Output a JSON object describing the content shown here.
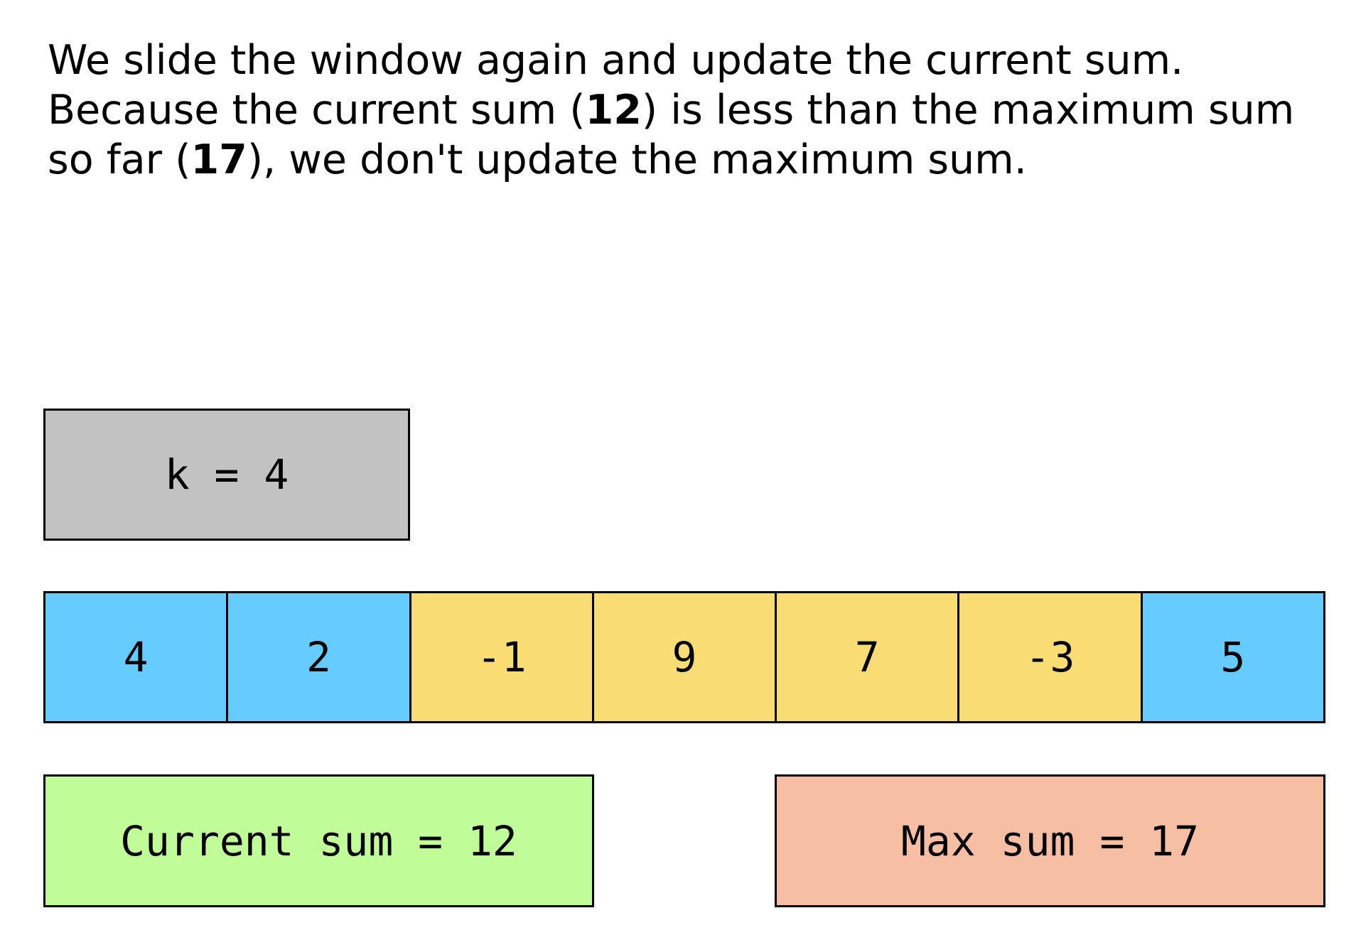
{
  "explanation": {
    "part1": "We slide the window again and update the current sum. Because the current sum (",
    "current_value": "12",
    "part2": ") is less than the maximum sum so far (",
    "max_value": "17",
    "part3": "), we don't update the maximum sum."
  },
  "k_box": {
    "label": "k = 4",
    "color": "#c2c2c2"
  },
  "array": {
    "cells": [
      {
        "value": "4",
        "state": "outside",
        "color": "#66ccff"
      },
      {
        "value": "2",
        "state": "outside",
        "color": "#66ccff"
      },
      {
        "value": "-1",
        "state": "window",
        "color": "#f9dc74"
      },
      {
        "value": "9",
        "state": "window",
        "color": "#f9dc74"
      },
      {
        "value": "7",
        "state": "window",
        "color": "#f9dc74"
      },
      {
        "value": "-3",
        "state": "window",
        "color": "#f9dc74"
      },
      {
        "value": "5",
        "state": "outside",
        "color": "#66ccff"
      }
    ]
  },
  "current_sum": {
    "label": "Current sum = 12",
    "color": "#c0fc98"
  },
  "max_sum": {
    "label": "Max sum = 17",
    "color": "#f6bfa3"
  }
}
